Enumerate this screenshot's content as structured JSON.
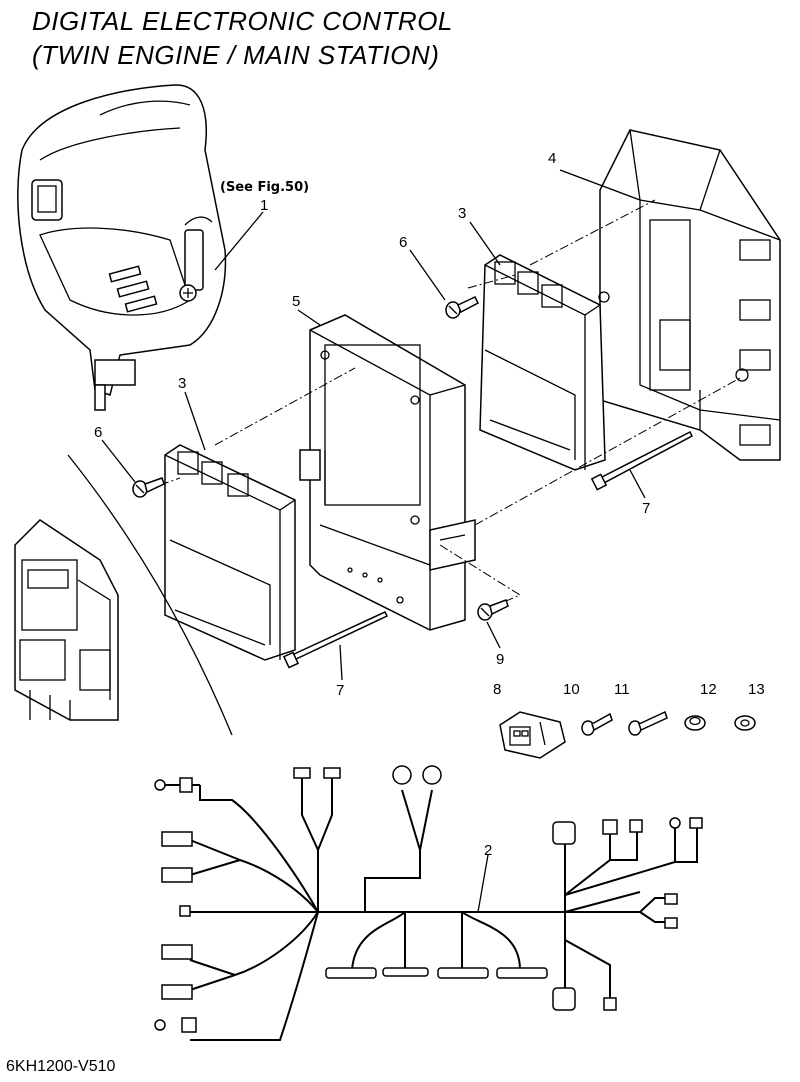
{
  "title": {
    "line1": "DIGITAL ELECTRONIC CONTROL",
    "line2": "(TWIN ENGINE / MAIN STATION)"
  },
  "see_fig": "(See Fig.50)",
  "drawing_code": "6KH1200-V510",
  "callouts": {
    "c1": "1",
    "c2": "2",
    "c3a": "3",
    "c3b": "3",
    "c4": "4",
    "c5": "5",
    "c6a": "6",
    "c6b": "6",
    "c7a": "7",
    "c7b": "7",
    "c8": "8",
    "c9": "9",
    "c10": "10",
    "c11": "11",
    "c12": "12",
    "c13": "13"
  }
}
